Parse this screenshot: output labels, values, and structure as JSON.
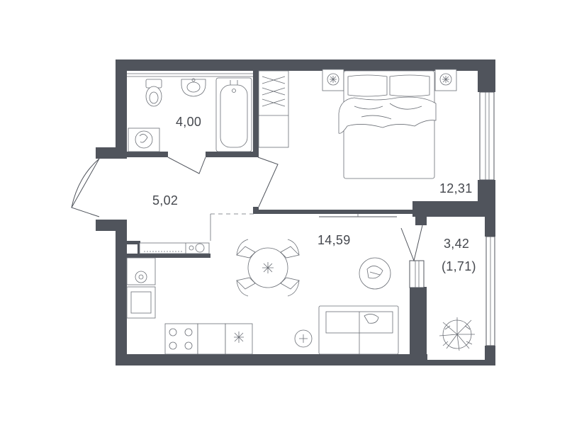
{
  "rooms": {
    "bathroom": {
      "area": "4,00"
    },
    "hallway": {
      "area": "5,02"
    },
    "bedroom": {
      "area": "12,31"
    },
    "kitchen_living": {
      "area": "14,59"
    },
    "balcony": {
      "area": "3,42",
      "area_reduced": "(1,71)"
    }
  },
  "colors": {
    "wall": "#50545c",
    "furniture_line": "#6a6e75",
    "text": "#45484e"
  },
  "icons": [
    "toilet-icon",
    "sink-icon",
    "bathtub-icon",
    "washing-machine-icon",
    "bed-icon",
    "nightstand-icon",
    "wardrobe-icon",
    "dining-table-icon",
    "chair-icon",
    "sofa-icon",
    "rug-icon",
    "stove-icon",
    "kitchen-sink-icon",
    "fridge-icon",
    "plant-icon",
    "tv-icon",
    "door-icon",
    "window-icon"
  ]
}
